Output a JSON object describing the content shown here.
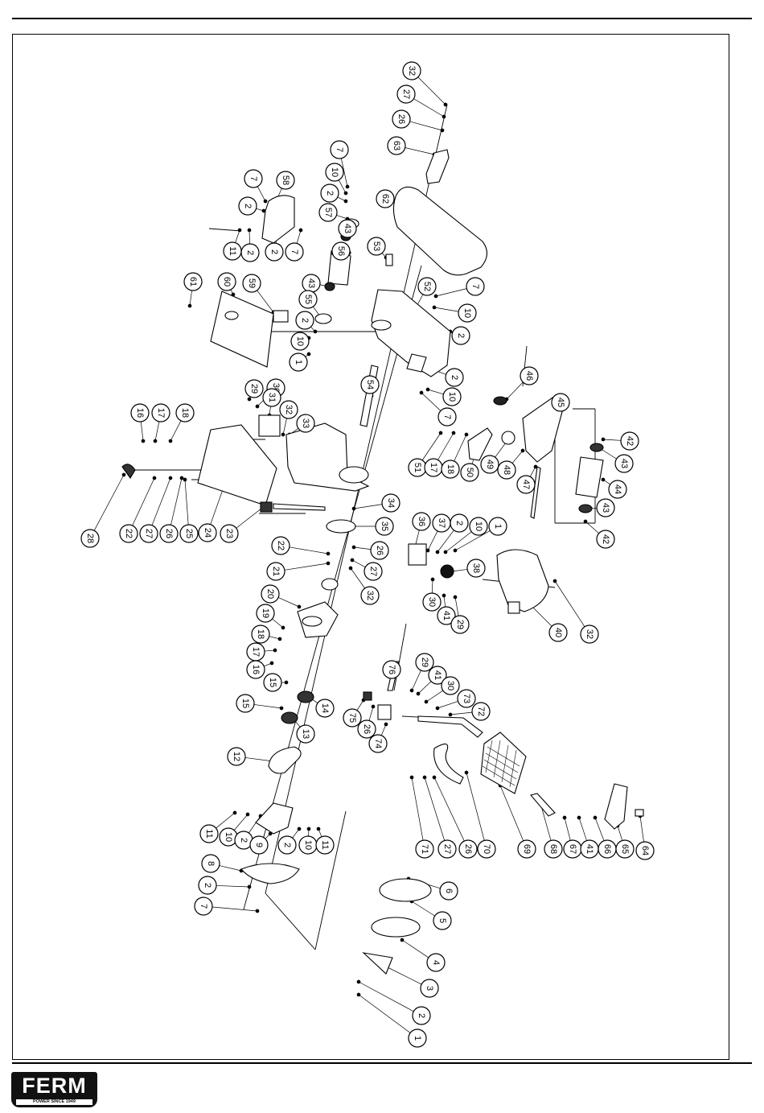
{
  "callouts": [
    {
      "n": "32"
    },
    {
      "n": "27"
    },
    {
      "n": "26"
    },
    {
      "n": "63"
    },
    {
      "n": "7"
    },
    {
      "n": "10"
    },
    {
      "n": "2"
    },
    {
      "n": "57"
    },
    {
      "n": "43"
    },
    {
      "n": "58"
    },
    {
      "n": "7"
    },
    {
      "n": "2"
    },
    {
      "n": "11"
    },
    {
      "n": "2"
    },
    {
      "n": "2"
    },
    {
      "n": "7"
    },
    {
      "n": "62"
    },
    {
      "n": "53"
    },
    {
      "n": "56"
    },
    {
      "n": "43"
    },
    {
      "n": "55"
    },
    {
      "n": "61"
    },
    {
      "n": "60"
    },
    {
      "n": "59"
    },
    {
      "n": "2"
    },
    {
      "n": "10"
    },
    {
      "n": "1"
    },
    {
      "n": "52"
    },
    {
      "n": "7"
    },
    {
      "n": "10"
    },
    {
      "n": "2"
    },
    {
      "n": "2"
    },
    {
      "n": "10"
    },
    {
      "n": "7"
    },
    {
      "n": "46"
    },
    {
      "n": "54"
    },
    {
      "n": "29"
    },
    {
      "n": "30"
    },
    {
      "n": "31"
    },
    {
      "n": "32"
    },
    {
      "n": "33"
    },
    {
      "n": "16"
    },
    {
      "n": "17"
    },
    {
      "n": "18"
    },
    {
      "n": "45"
    },
    {
      "n": "42"
    },
    {
      "n": "43"
    },
    {
      "n": "44"
    },
    {
      "n": "43"
    },
    {
      "n": "42"
    },
    {
      "n": "51"
    },
    {
      "n": "17"
    },
    {
      "n": "18"
    },
    {
      "n": "50"
    },
    {
      "n": "49"
    },
    {
      "n": "48"
    },
    {
      "n": "47"
    },
    {
      "n": "28"
    },
    {
      "n": "22"
    },
    {
      "n": "27"
    },
    {
      "n": "26"
    },
    {
      "n": "25"
    },
    {
      "n": "24"
    },
    {
      "n": "23"
    },
    {
      "n": "34"
    },
    {
      "n": "35"
    },
    {
      "n": "36"
    },
    {
      "n": "37"
    },
    {
      "n": "2"
    },
    {
      "n": "10"
    },
    {
      "n": "1"
    },
    {
      "n": "22"
    },
    {
      "n": "26"
    },
    {
      "n": "27"
    },
    {
      "n": "32"
    },
    {
      "n": "38"
    },
    {
      "n": "30"
    },
    {
      "n": "41"
    },
    {
      "n": "29"
    },
    {
      "n": "40"
    },
    {
      "n": "32"
    },
    {
      "n": "21"
    },
    {
      "n": "20"
    },
    {
      "n": "19"
    },
    {
      "n": "18"
    },
    {
      "n": "17"
    },
    {
      "n": "16"
    },
    {
      "n": "15"
    },
    {
      "n": "14"
    },
    {
      "n": "15"
    },
    {
      "n": "13"
    },
    {
      "n": "76"
    },
    {
      "n": "29"
    },
    {
      "n": "41"
    },
    {
      "n": "30"
    },
    {
      "n": "73"
    },
    {
      "n": "72"
    },
    {
      "n": "75"
    },
    {
      "n": "26"
    },
    {
      "n": "74"
    },
    {
      "n": "12"
    },
    {
      "n": "71"
    },
    {
      "n": "27"
    },
    {
      "n": "26"
    },
    {
      "n": "70"
    },
    {
      "n": "69"
    },
    {
      "n": "68"
    },
    {
      "n": "67"
    },
    {
      "n": "41"
    },
    {
      "n": "66"
    },
    {
      "n": "65"
    },
    {
      "n": "64"
    },
    {
      "n": "11"
    },
    {
      "n": "10"
    },
    {
      "n": "2"
    },
    {
      "n": "9"
    },
    {
      "n": "2"
    },
    {
      "n": "10"
    },
    {
      "n": "11"
    },
    {
      "n": "8"
    },
    {
      "n": "2"
    },
    {
      "n": "7"
    },
    {
      "n": "6"
    },
    {
      "n": "5"
    },
    {
      "n": "4"
    },
    {
      "n": "3"
    },
    {
      "n": "2"
    },
    {
      "n": "1"
    }
  ],
  "brand": {
    "name": "FERM",
    "tagline": "POWER SINCE 1949"
  }
}
